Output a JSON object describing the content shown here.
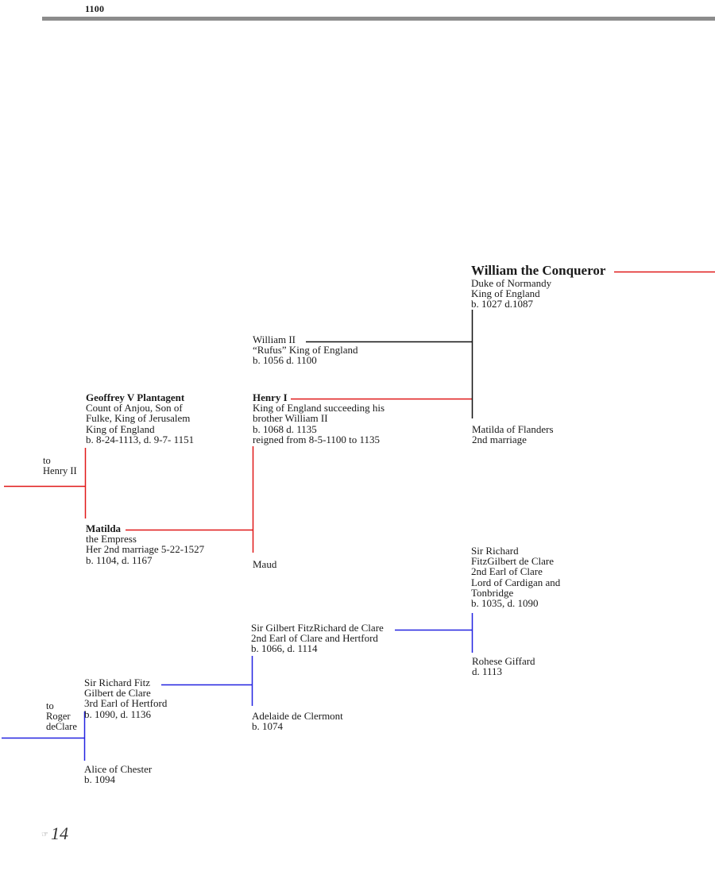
{
  "header": {
    "year": "1100"
  },
  "persons": {
    "william_conqueror": {
      "name": "William the Conqueror",
      "lines": [
        "Duke of Normandy",
        "King of England",
        "b. 1027  d.1087"
      ]
    },
    "william_ii": {
      "name": "William II",
      "lines": [
        "“Rufus” King of England",
        "b. 1056 d. 1100"
      ]
    },
    "henry_i": {
      "name": "Henry I",
      "lines": [
        "King of England succeeding his",
        "brother William II",
        "b. 1068 d. 1135",
        "reigned from 8-5-1100 to 1135"
      ]
    },
    "matilda_flanders": {
      "name": "Matilda of Flanders",
      "lines": [
        "2nd marriage"
      ]
    },
    "geoffrey": {
      "name": "Geoffrey V Plantagent",
      "lines": [
        "Count of Anjou, Son of",
        "Fulke, King of Jerusalem",
        "King of England",
        "b. 8-24-1113, d. 9-7- 1151"
      ]
    },
    "matilda_empress": {
      "name": "Matilda",
      "lines": [
        "the Empress",
        "Her 2nd marriage 5-22-1527",
        "b. 1104, d. 1167"
      ]
    },
    "maud": {
      "name": "Maud",
      "lines": []
    },
    "richard_fitzgilbert": {
      "name": "Sir Richard",
      "lines": [
        "FitzGilbert de Clare",
        "2nd Earl of Clare",
        "Lord of Cardigan and",
        "Tonbridge",
        "b. 1035, d. 1090"
      ]
    },
    "gilbert_fitzrichard": {
      "name": "Sir Gilbert FitzRichard de Clare",
      "lines": [
        "2nd Earl of Clare and Hertford",
        "b. 1066, d. 1114"
      ]
    },
    "rohese": {
      "name": "Rohese Giffard",
      "lines": [
        "d. 1113"
      ]
    },
    "richard_fitz_3rd": {
      "name": "Sir Richard Fitz",
      "lines": [
        "Gilbert de Clare",
        "3rd Earl of Hertford",
        "b. 1090, d. 1136"
      ]
    },
    "adelaide": {
      "name": "Adelaide de Clermont",
      "lines": [
        "b. 1074"
      ]
    },
    "alice": {
      "name": "Alice of Chester",
      "lines": [
        "b. 1094"
      ]
    }
  },
  "notes": {
    "to_henry": [
      "to",
      "Henry II"
    ],
    "to_roger": [
      "to",
      "Roger",
      "deClare"
    ]
  },
  "footer": {
    "page_number": "14"
  },
  "colors": {
    "red_line": "#e01818",
    "blue_line": "#2222e0",
    "black_line": "#111111",
    "bar": "#8c8c8c"
  }
}
